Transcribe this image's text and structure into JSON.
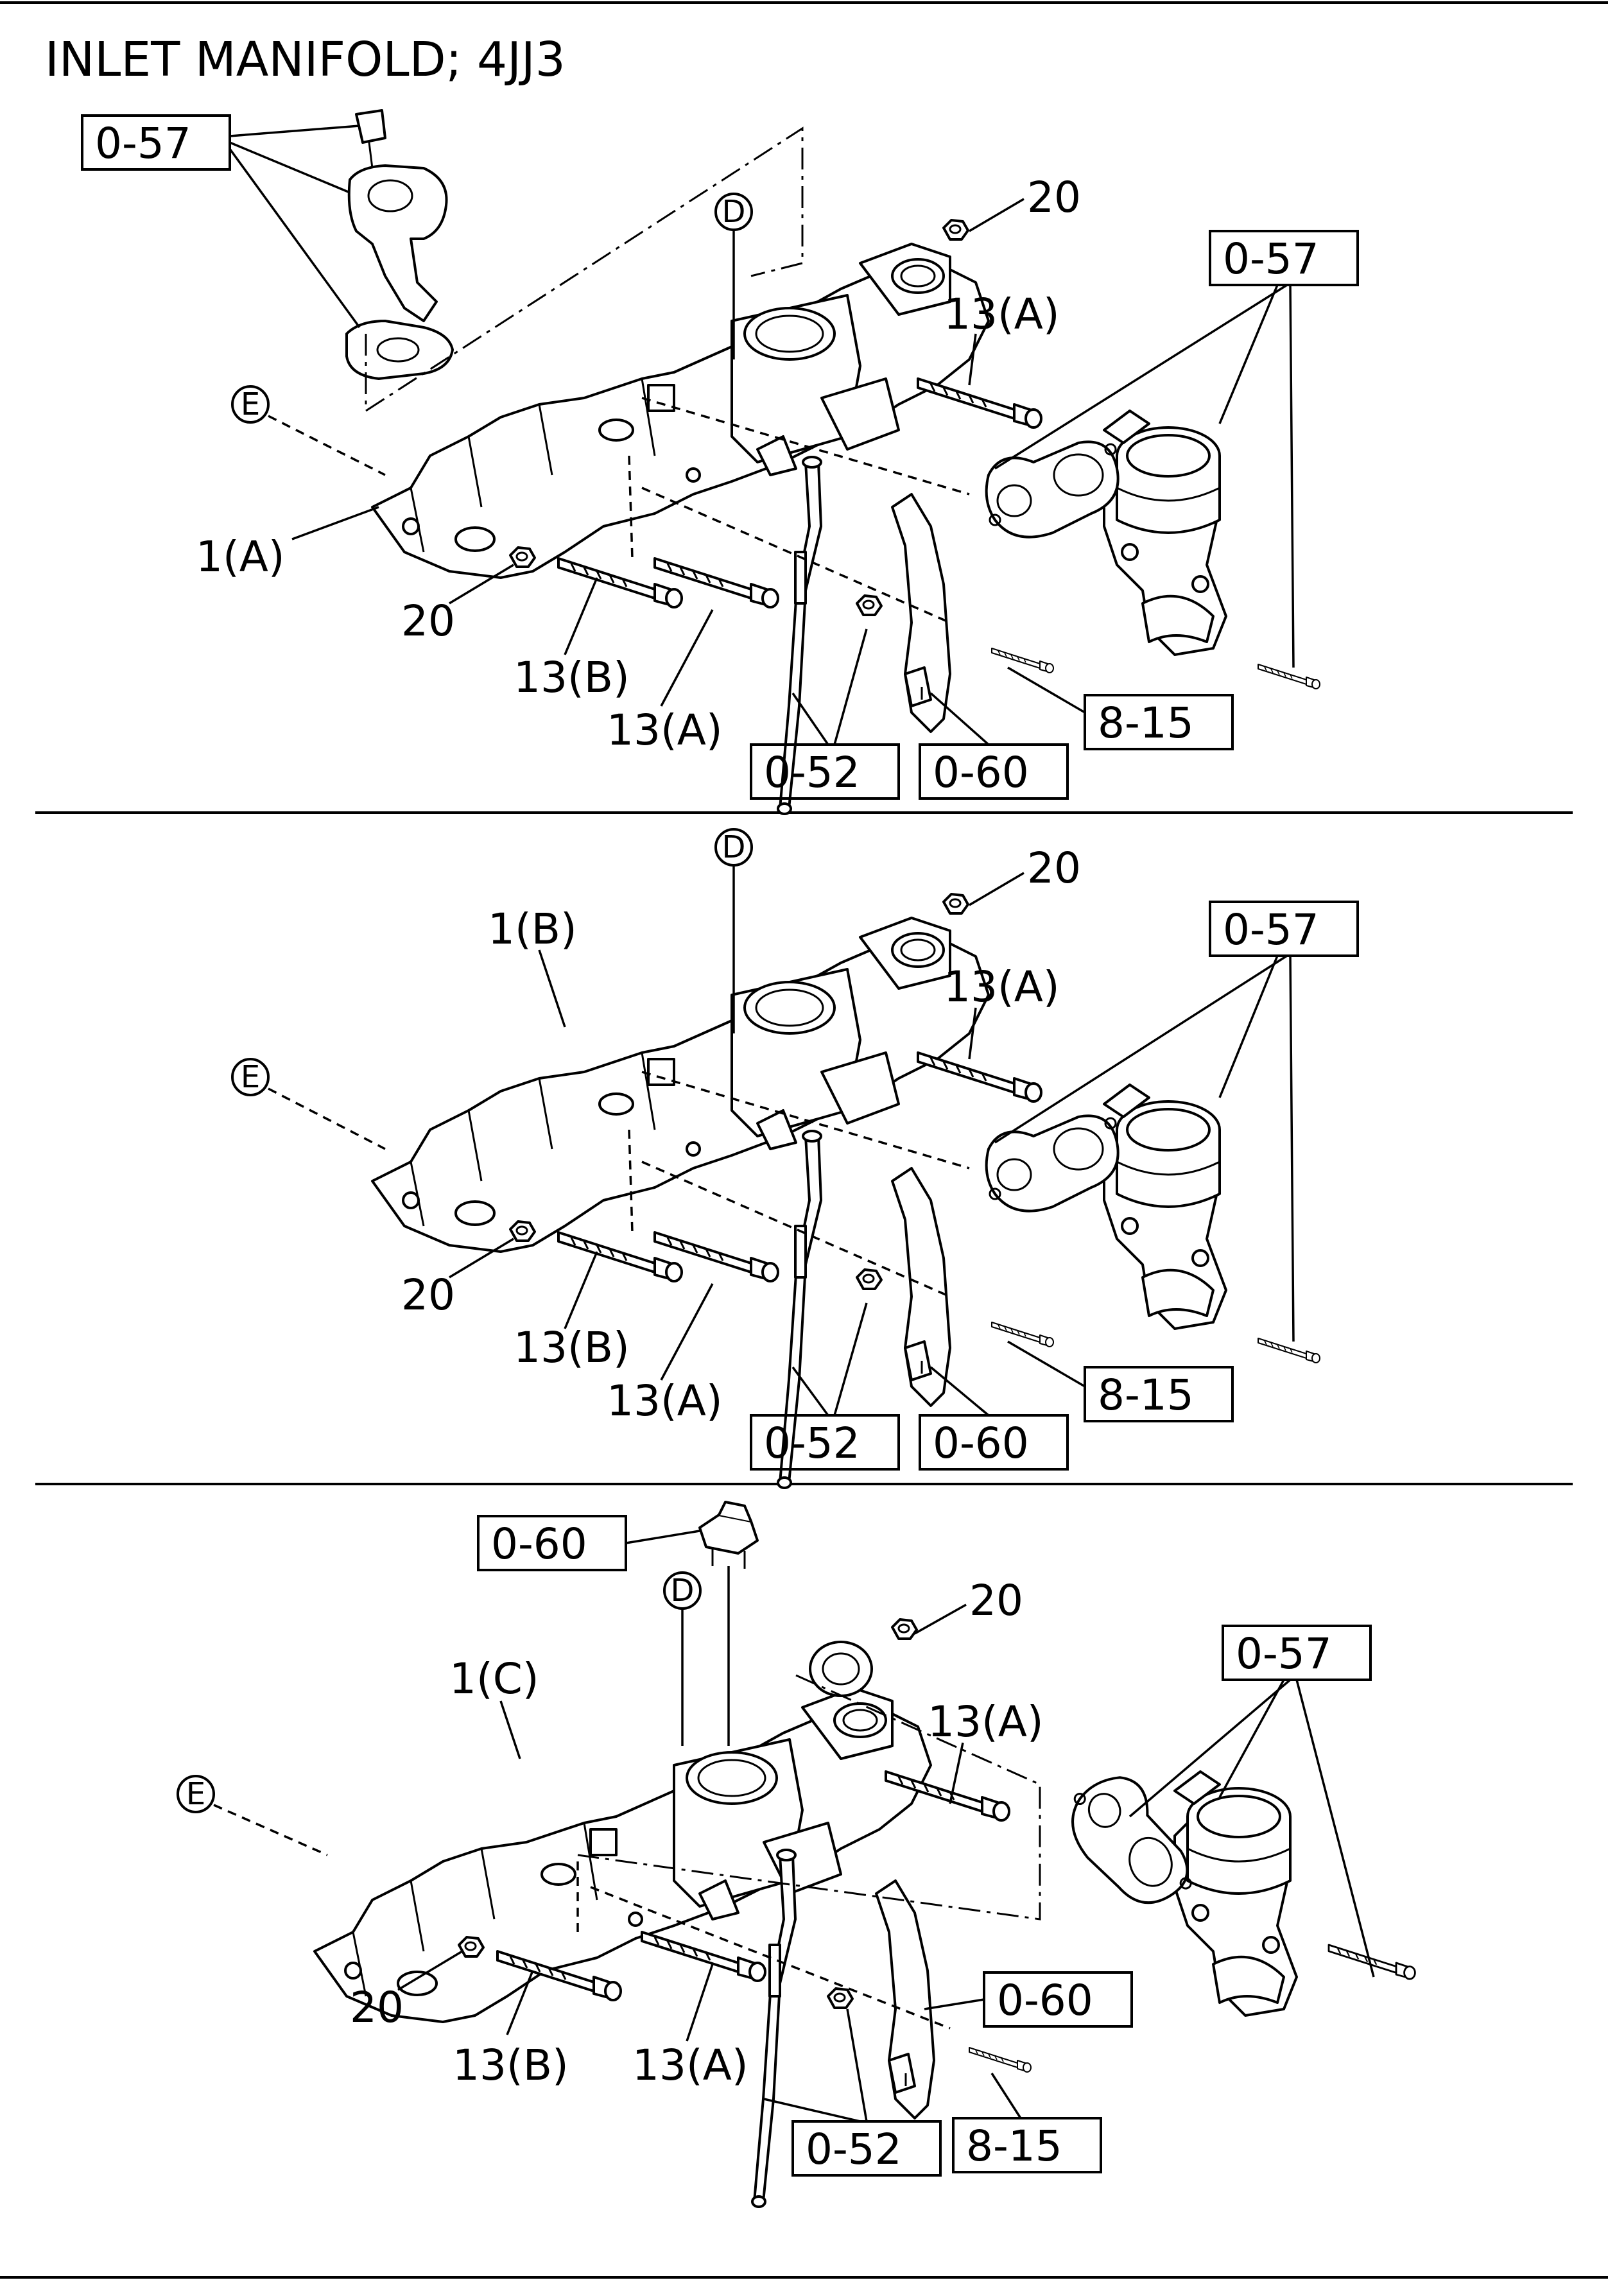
{
  "title": "INLET MANIFOLD; 4JJ3",
  "sections": [
    {
      "callouts": {
        "box_057_a": "0-57",
        "box_057_b": "0-57",
        "n20_a": "20",
        "n13a_a": "13(A)",
        "n1": "1(A)",
        "n20_b": "20",
        "n13b": "13(B)",
        "n13a_b": "13(A)",
        "box_815": "8-15",
        "box_052": "0-52",
        "box_060": "0-60",
        "ref_d": "D",
        "ref_e": "E"
      }
    },
    {
      "callouts": {
        "n1": "1(B)",
        "n20_a": "20",
        "box_057": "0-57",
        "n13a_a": "13(A)",
        "n20_b": "20",
        "n13b": "13(B)",
        "n13a_b": "13(A)",
        "box_815": "8-15",
        "box_052": "0-52",
        "box_060": "0-60",
        "ref_d": "D",
        "ref_e": "E"
      }
    },
    {
      "callouts": {
        "box_060_top": "0-60",
        "n20_a": "20",
        "box_057": "0-57",
        "n1": "1(C)",
        "n13a_a": "13(A)",
        "n20_b": "20",
        "n13b": "13(B)",
        "n13a_b": "13(A)",
        "box_060_side": "0-60",
        "box_052": "0-52",
        "box_815": "8-15",
        "ref_d": "D",
        "ref_e": "E"
      }
    }
  ]
}
